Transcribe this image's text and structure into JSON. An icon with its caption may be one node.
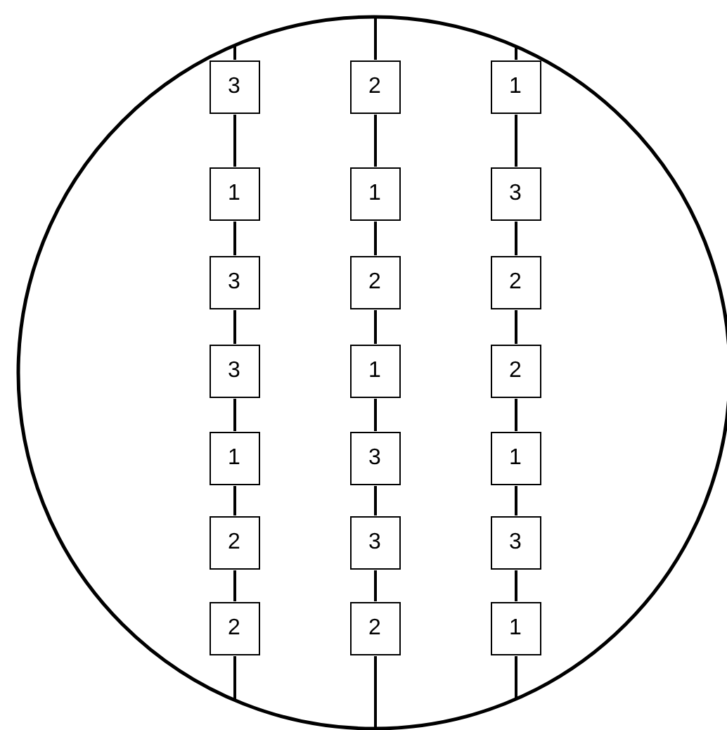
{
  "diagram": {
    "nodes": [
      {
        "text": [],
        "shape": "circle"
      },
      {
        "text": [
          "3"
        ],
        "in": 0
      },
      {
        "text": [
          "2"
        ],
        "in": 0
      },
      {
        "text": [
          "1"
        ],
        "in": 0
      },
      {
        "text": [
          "1"
        ],
        "in": 0
      },
      {
        "text": [
          "1"
        ],
        "in": 0
      },
      {
        "text": [
          "3"
        ],
        "in": 0
      },
      {
        "text": [
          "3"
        ],
        "in": 0
      },
      {
        "text": [
          "2"
        ],
        "in": 0
      },
      {
        "text": [
          "2"
        ],
        "in": 0
      },
      {
        "text": [
          "3"
        ],
        "in": 0
      },
      {
        "text": [
          "1"
        ],
        "in": 0
      },
      {
        "text": [
          "2"
        ],
        "in": 0
      },
      {
        "text": [
          "1"
        ],
        "in": 0
      },
      {
        "text": [
          "3"
        ],
        "in": 0
      },
      {
        "text": [
          "1"
        ],
        "in": 0
      },
      {
        "text": [
          "2"
        ],
        "in": 0
      },
      {
        "text": [
          "3"
        ],
        "in": 0
      },
      {
        "text": [
          "3"
        ],
        "in": 0
      },
      {
        "text": [
          "2"
        ],
        "in": 0
      },
      {
        "text": [
          "2"
        ],
        "in": 0
      },
      {
        "text": [
          "1"
        ],
        "in": 0
      }
    ],
    "edges": [
      {
        "from": 0,
        "to": 1,
        "arrow": "none"
      },
      {
        "from": 1,
        "to": 4,
        "arrow": "none"
      },
      {
        "from": 4,
        "to": 7,
        "arrow": "none"
      },
      {
        "from": 7,
        "to": 10,
        "arrow": "none"
      },
      {
        "from": 10,
        "to": 13,
        "arrow": "none"
      },
      {
        "from": 13,
        "to": 16,
        "arrow": "none"
      },
      {
        "from": 16,
        "to": 19,
        "arrow": "none"
      },
      {
        "from": 19,
        "to": 0,
        "arrow": "none"
      },
      {
        "from": 0,
        "to": 2,
        "arrow": "none"
      },
      {
        "from": 2,
        "to": 5,
        "arrow": "none"
      },
      {
        "from": 5,
        "to": 8,
        "arrow": "none"
      },
      {
        "from": 8,
        "to": 11,
        "arrow": "none"
      },
      {
        "from": 11,
        "to": 14,
        "arrow": "none"
      },
      {
        "from": 14,
        "to": 17,
        "arrow": "none"
      },
      {
        "from": 17,
        "to": 20,
        "arrow": "none"
      },
      {
        "from": 20,
        "to": 0,
        "arrow": "none"
      },
      {
        "from": 0,
        "to": 3,
        "arrow": "none"
      },
      {
        "from": 3,
        "to": 6,
        "arrow": "none"
      },
      {
        "from": 6,
        "to": 9,
        "arrow": "none"
      },
      {
        "from": 9,
        "to": 12,
        "arrow": "none"
      },
      {
        "from": 12,
        "to": 15,
        "arrow": "none"
      },
      {
        "from": 15,
        "to": 18,
        "arrow": "none"
      },
      {
        "from": 18,
        "to": 21,
        "arrow": "none"
      },
      {
        "from": 21,
        "to": 0,
        "arrow": "none"
      }
    ]
  }
}
